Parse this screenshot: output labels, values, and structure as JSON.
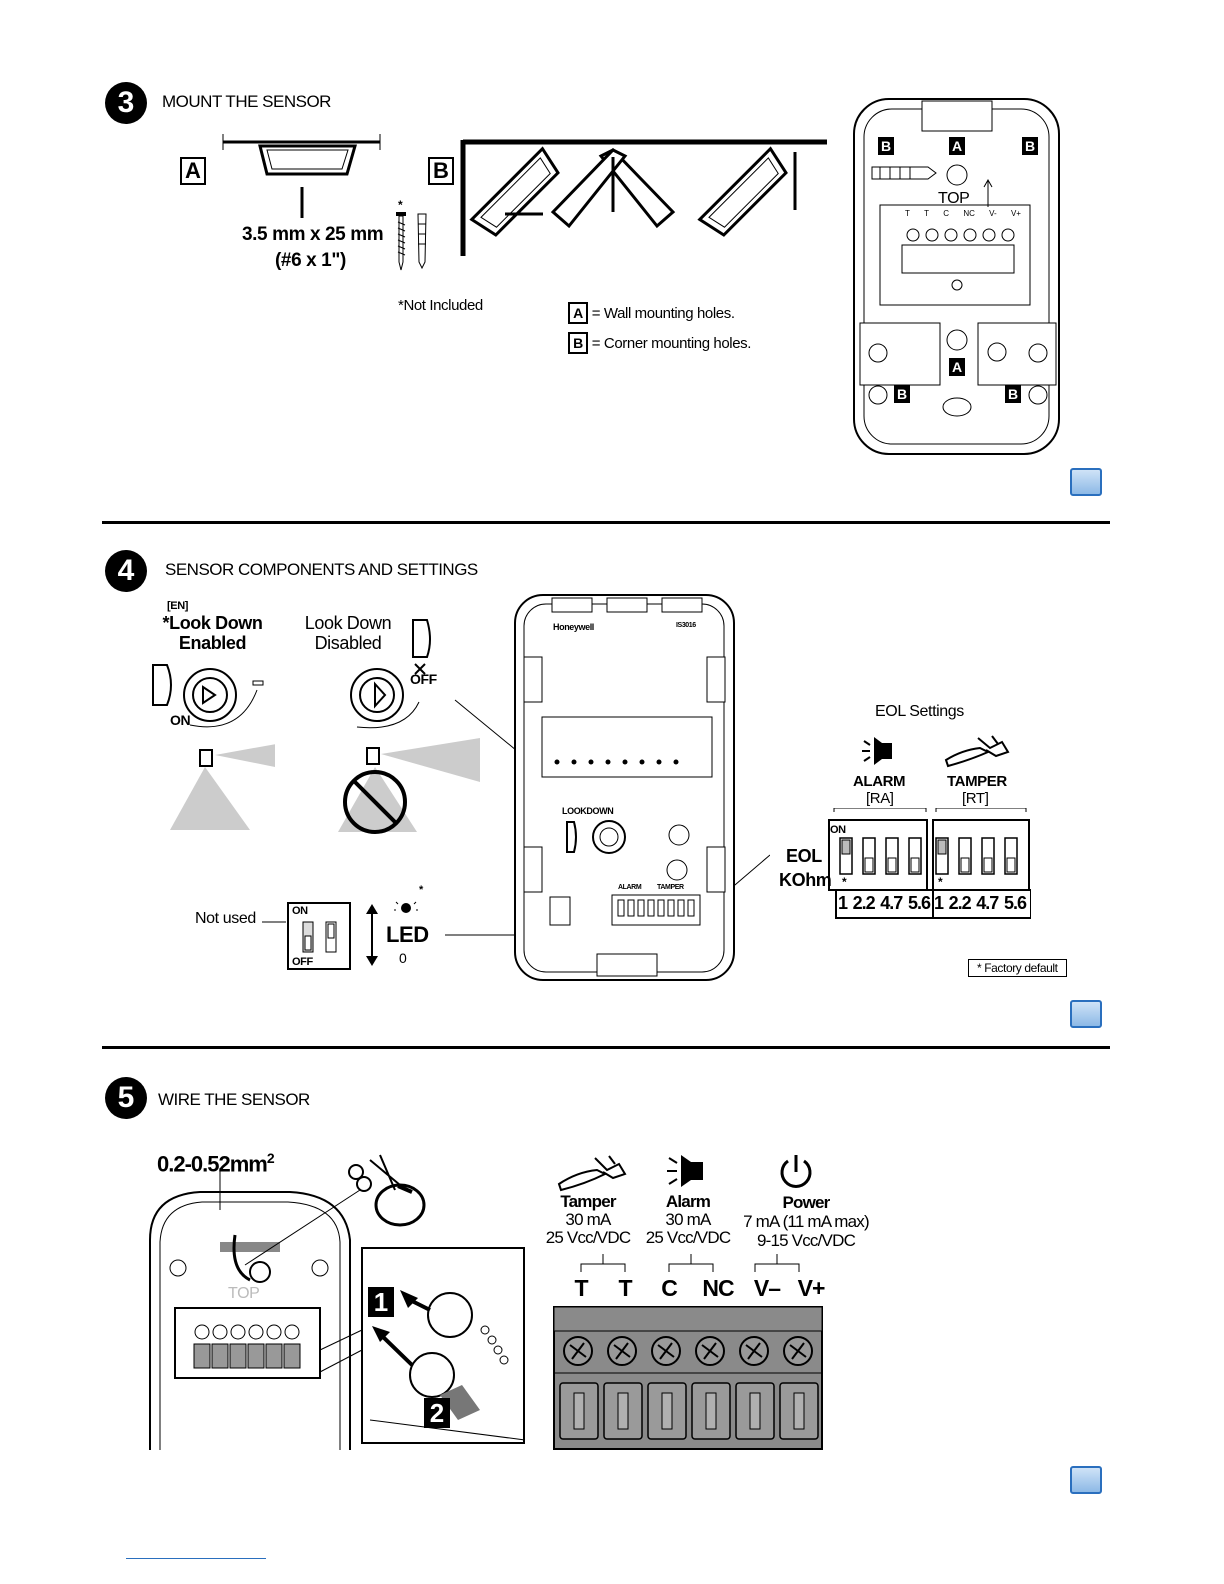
{
  "steps": {
    "s3": {
      "number": "3",
      "title": "MOUNT THE SENSOR"
    },
    "s4": {
      "number": "4",
      "title": "SENSOR COMPONENTS AND SETTINGS"
    },
    "s5": {
      "number": "5",
      "title": "WIRE THE SENSOR"
    }
  },
  "mount": {
    "label_a": "A",
    "label_b": "B",
    "screw_size": "3.5 mm x 25 mm",
    "screw_size_imp": "(#6 x 1\")",
    "asterisk": "*",
    "not_included": "Not Included",
    "legend_a": "= Wall mounting holes.",
    "legend_b": "= Corner mounting holes.",
    "top": "TOP",
    "terminals": [
      "T",
      "T",
      "C",
      "NC",
      "V-",
      "V+"
    ]
  },
  "components": {
    "en_tag": "[EN]",
    "look_down_enabled": "*Look Down Enabled",
    "look_down_disabled": "Look Down Disabled",
    "on": "ON",
    "off": "OFF",
    "brand": "Honeywell",
    "model": "IS3016",
    "lookdown": "LOOKDOWN",
    "alarm": "ALARM",
    "tamper": "TAMPER",
    "not_used": "Not used",
    "led": "LED",
    "led_off_glyph": "0",
    "eol_settings": "EOL Settings",
    "alarm_code": "[RA]",
    "tamper_code": "[RT]",
    "eol": "EOL",
    "kohm": "KOhm",
    "eol_values": [
      "1",
      "2.2",
      "4.7",
      "5.6"
    ],
    "factory_default": "* Factory default"
  },
  "wiring": {
    "wire_gauge": "0.2-0.52mm",
    "wire_sup": "2",
    "top": "TOP",
    "step1": "1",
    "step2": "2",
    "tamper": {
      "name": "Tamper",
      "current": "30 mA",
      "voltage": "25 Vcc/VDC"
    },
    "alarm": {
      "name": "Alarm",
      "current": "30 mA",
      "voltage": "25 Vcc/VDC"
    },
    "power": {
      "name": "Power",
      "current": "7 mA (11 mA max)",
      "voltage": "9-15 Vcc/VDC"
    },
    "terminals": [
      "T",
      "T",
      "C",
      "NC",
      "V–",
      "V+"
    ]
  }
}
